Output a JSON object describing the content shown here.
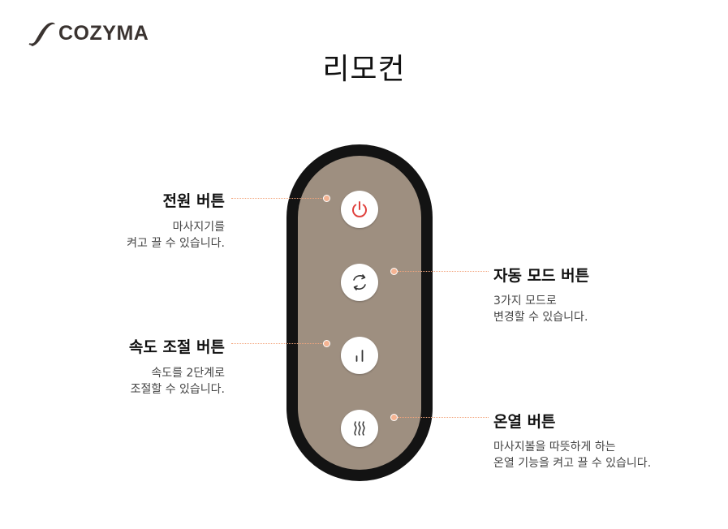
{
  "brand": {
    "logo_text": "COZYMA"
  },
  "page": {
    "title": "리모컨"
  },
  "colors": {
    "remote_border": "#131313",
    "remote_face": "#9e8f80",
    "accent_dot": "#f4b392",
    "power_icon": "#e0413d"
  },
  "buttons": [
    {
      "name": "power",
      "icon": "power-icon",
      "title": "전원 버튼",
      "desc": [
        "마사지기를",
        "켜고 끌 수 있습니다."
      ]
    },
    {
      "name": "auto-mode",
      "icon": "cycle-arrows-icon",
      "title": "자동 모드 버튼",
      "desc": [
        "3가지 모드로",
        "변경할 수 있습니다."
      ]
    },
    {
      "name": "speed",
      "icon": "speed-bars-icon",
      "title": "속도 조절 버튼",
      "desc": [
        "속도를 2단계로",
        "조절할 수 있습니다."
      ]
    },
    {
      "name": "heat",
      "icon": "heat-waves-icon",
      "title": "온열 버튼",
      "desc": [
        "마사지볼을 따뜻하게 하는",
        "온열 기능을 켜고 끌 수 있습니다."
      ]
    }
  ]
}
